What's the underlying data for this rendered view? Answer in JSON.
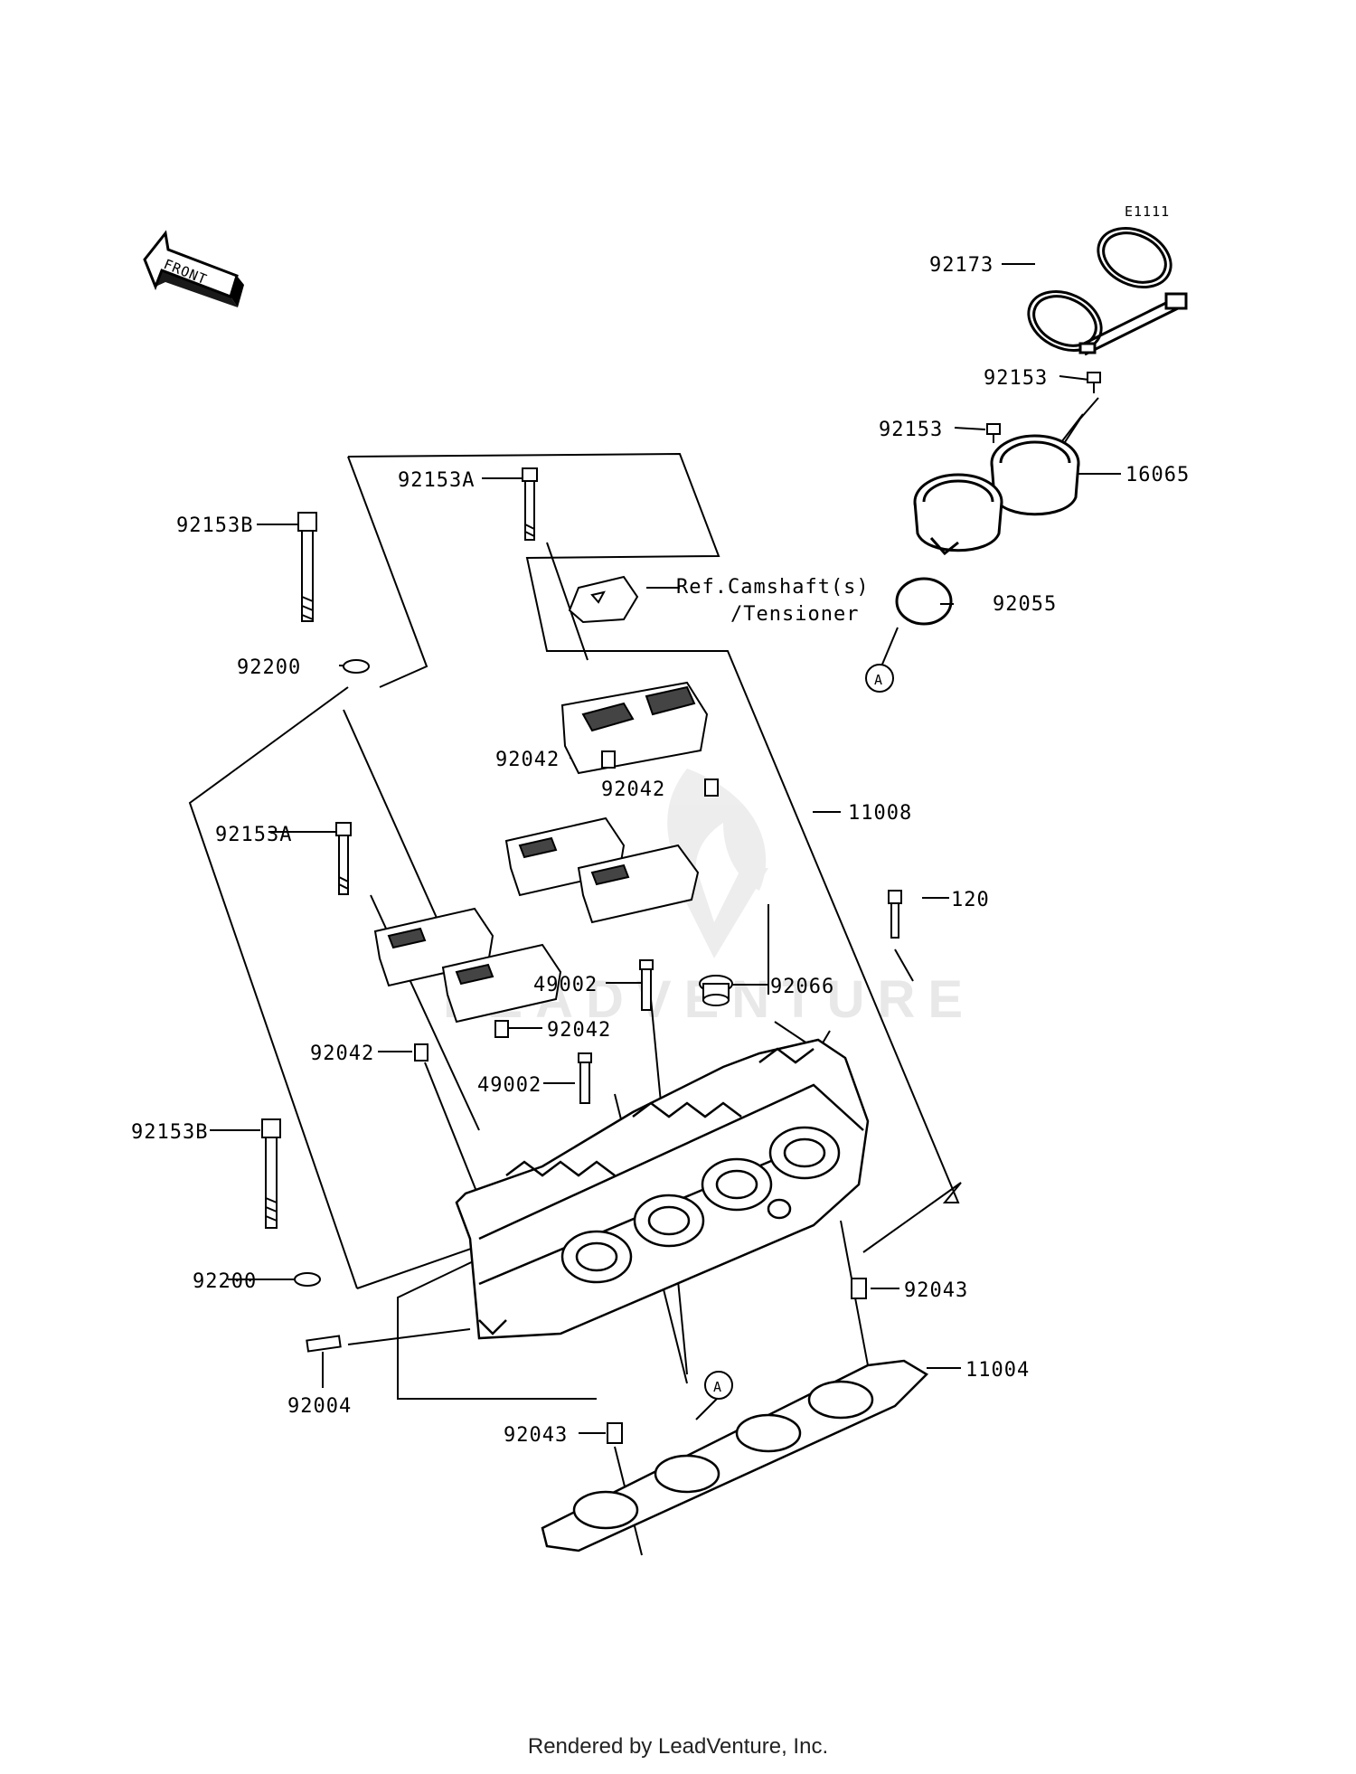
{
  "diagram": {
    "code": "E1111",
    "front_label": "FRONT",
    "watermark": "LEADVENTURE",
    "callouts": {
      "c92173": "92173",
      "c92153_top": "92153",
      "c92153_left": "92153",
      "c16065": "16065",
      "c92055": "92055",
      "c92153A_top": "92153A",
      "c92153B_top": "92153B",
      "ref_line1": "Ref.Camshaft(s)",
      "ref_line2": "/Tensioner",
      "c92200_top": "92200",
      "c92042_a": "92042",
      "c92042_b": "92042",
      "c11008": "11008",
      "c92153A_mid": "92153A",
      "c120": "120",
      "c49002_a": "49002",
      "c92066": "92066",
      "c92042_c": "92042",
      "c92042_d": "92042",
      "c49002_b": "49002",
      "c92153B_bottom": "92153B",
      "c92200_bottom": "92200",
      "c92043_right": "92043",
      "c11004": "11004",
      "c92004": "92004",
      "c92043_bottom": "92043",
      "marker_a": "A"
    }
  },
  "footer": {
    "text": "Rendered by LeadVenture, Inc."
  }
}
